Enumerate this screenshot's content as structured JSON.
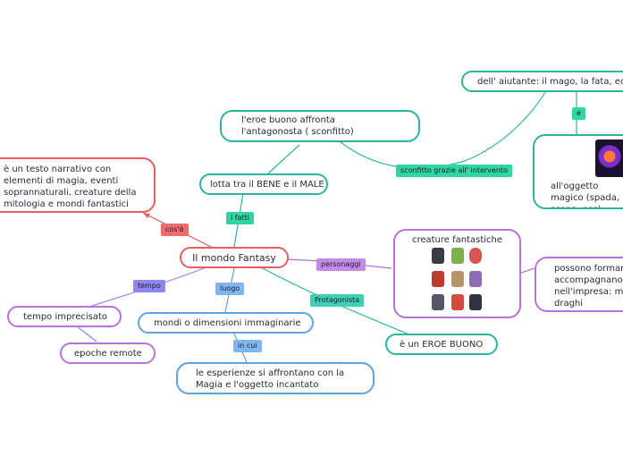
{
  "colors": {
    "red": "#e85e5e",
    "teal": "#2bb59d",
    "purple": "#b773d9",
    "blue": "#5fa3e0",
    "green_tag": "#2fd6a3",
    "purple_tag": "#c58ae6",
    "blue_tag": "#7fb6f0",
    "red_tag": "#f06b6b",
    "teal_tag": "#3fd0b8",
    "violet_tag": "#8f87f0"
  },
  "nodes": {
    "center": "Il mondo Fantasy",
    "definition": "è un testo narrativo con elementi di magia, eventi soprannaturali, creature della mitologia e mondi fantastici",
    "conflict": "lotta tra il BENE e il MALE",
    "hero_vs": "l'eroe buono affronta l'antagonosta ( sconfitto)",
    "helper": "dell' aiutante: il mago, la fata, ecc",
    "object": "all'oggetto magico (spada, scopa, ecc)",
    "creatures": "creature fantastiche",
    "creatures_roles": "possono formare accompagnano nell'impresa: mo draghi",
    "hero": "è un EROE BUONO",
    "time": "tempo imprecisato",
    "remote": "epoche remote",
    "places": "mondi o dimensioni immaginarie",
    "experiences": "le esperienze si affrontano con la Magia e l'oggetto incantato"
  },
  "tags": {
    "cose": "cos'è",
    "fatti": "i fatti",
    "sconfitto": "sconfitto grazie all' intervento",
    "e": "e",
    "personaggi": "personaggi",
    "protagonista": "Protagonista",
    "tempo": "tempo",
    "luogo": "luogo",
    "in_cui": "in cui"
  }
}
